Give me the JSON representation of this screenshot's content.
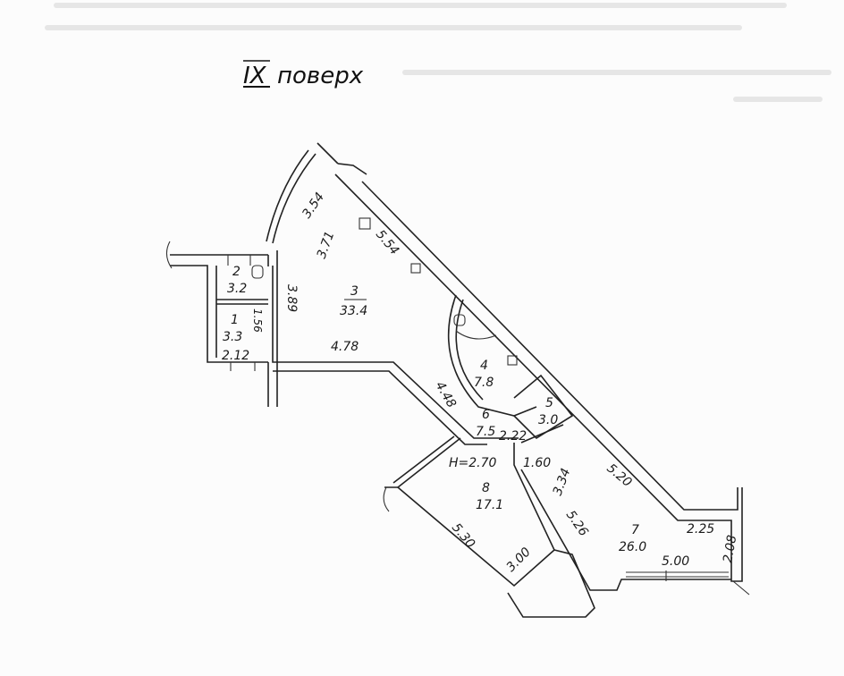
{
  "title": {
    "floor_numeral": "IX",
    "word": "поверх"
  },
  "rooms": [
    {
      "number": "1",
      "area": "3.3"
    },
    {
      "number": "2",
      "area": "3.2"
    },
    {
      "number": "3",
      "area": "33.4"
    },
    {
      "number": "4",
      "area": "7.8"
    },
    {
      "number": "5",
      "area": "3.0"
    },
    {
      "number": "6",
      "area": "7.5"
    },
    {
      "number": "7",
      "area": "26.0"
    },
    {
      "number": "8",
      "area": "17.1"
    }
  ],
  "dimensions": {
    "d354": "3.54",
    "d371": "3.71",
    "d554": "5.54",
    "d389": "3.89",
    "d478": "4.78",
    "d212": "2.12",
    "d156": "1.56",
    "d448": "4.48",
    "d222": "2.22",
    "d160": "1.60",
    "ceiling": "H=2.70",
    "d334": "3.34",
    "d520": "5.20",
    "d526": "5.26",
    "d225": "2.25",
    "d208": "2.08",
    "d500": "5.00",
    "d530": "5.30",
    "d300": "3.00"
  }
}
